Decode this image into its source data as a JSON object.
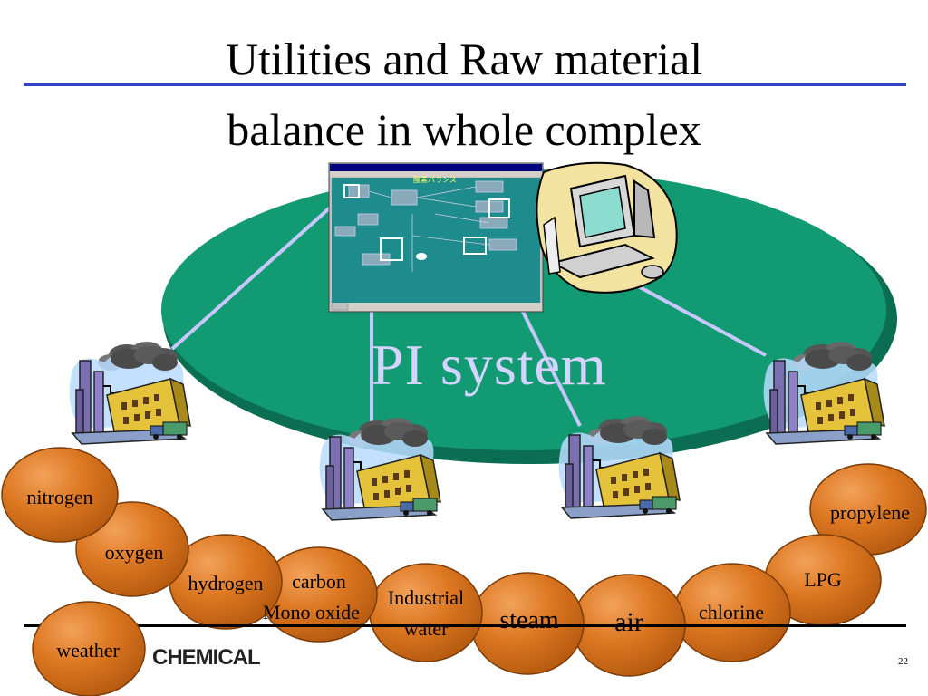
{
  "title": {
    "line1": "Utilities and Raw material",
    "line2": "balance in whole complex"
  },
  "center_label": "PI system",
  "screen_title": "酸素バランス",
  "materials": [
    "nitrogen",
    "oxygen",
    "hydrogen",
    "carbon Mono oxide",
    "Industrial water",
    "steam",
    "air",
    "chlorine",
    "LPG",
    "propylene"
  ],
  "material_labels": {
    "nitrogen": "nitrogen",
    "oxygen": "oxygen",
    "hydrogen": "hydrogen",
    "carbon_line1": "carbon",
    "carbon_line2": "Mono oxide",
    "industrial_line1": "Industrial",
    "industrial_line2": "water",
    "steam": "steam",
    "air": "air",
    "chlorine": "chlorine",
    "lpg": "LPG",
    "propylene": "propylene",
    "weather": "weather"
  },
  "footer": {
    "company": "CHEMICAL",
    "page": "22"
  },
  "colors": {
    "ellipse": "#129a73",
    "bubble": "#d8711b",
    "bubble_stroke": "#7a3c08",
    "title_rule": "#3344cc",
    "line": "#c8c8ff",
    "screen_bg": "#1e8c8c"
  }
}
